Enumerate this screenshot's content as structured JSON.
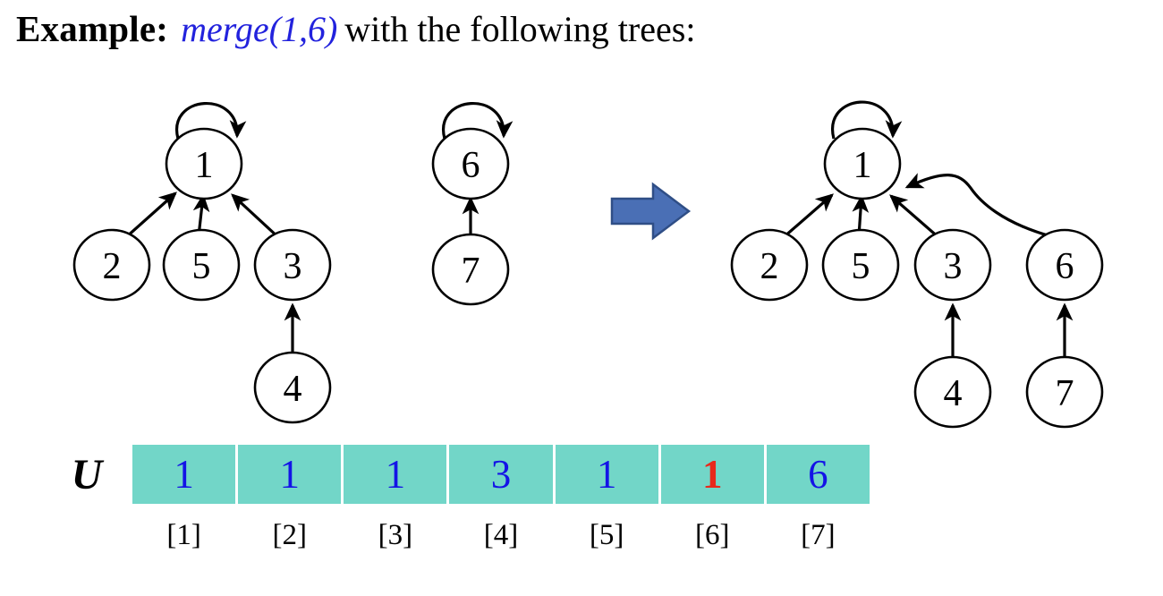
{
  "title": {
    "lead": "Example:",
    "operation": "merge(1,6)",
    "tail": "with the following trees:"
  },
  "colors": {
    "operation_blue": "#2222dd",
    "cell_fill_teal": "#72d6c8",
    "cell_value_blue": "#1414e6",
    "cell_value_highlight_red": "#e8291c",
    "block_arrow_blue": "#4a6fb5",
    "node_stroke": "#000000",
    "background": "#ffffff"
  },
  "left_forest": {
    "caption": "before-merge-forest",
    "trees": [
      {
        "root": "1",
        "root_self_loop": true,
        "nodes": [
          "1",
          "2",
          "5",
          "3",
          "4"
        ],
        "edges": [
          {
            "from": "2",
            "to": "1"
          },
          {
            "from": "5",
            "to": "1"
          },
          {
            "from": "3",
            "to": "1"
          },
          {
            "from": "4",
            "to": "3"
          }
        ]
      },
      {
        "root": "6",
        "root_self_loop": true,
        "nodes": [
          "6",
          "7"
        ],
        "edges": [
          {
            "from": "7",
            "to": "6"
          }
        ]
      }
    ]
  },
  "transition": {
    "icon": "block-right-arrow"
  },
  "right_forest": {
    "caption": "after-merge-tree",
    "trees": [
      {
        "root": "1",
        "root_self_loop": true,
        "nodes": [
          "1",
          "2",
          "5",
          "3",
          "6",
          "4",
          "7"
        ],
        "edges": [
          {
            "from": "2",
            "to": "1"
          },
          {
            "from": "5",
            "to": "1"
          },
          {
            "from": "3",
            "to": "1"
          },
          {
            "from": "6",
            "to": "1"
          },
          {
            "from": "4",
            "to": "3"
          },
          {
            "from": "7",
            "to": "6"
          }
        ]
      }
    ]
  },
  "array": {
    "name": "U",
    "values": [
      "1",
      "1",
      "1",
      "3",
      "1",
      "1",
      "6"
    ],
    "highlight_index": 5,
    "indices": [
      "[1]",
      "[2]",
      "[3]",
      "[4]",
      "[5]",
      "[6]",
      "[7]"
    ]
  },
  "node_glyphs": {
    "l1": "1",
    "l2": "2",
    "l5": "5",
    "l3": "3",
    "l4": "4",
    "m6": "6",
    "m7": "7",
    "r1": "1",
    "r2": "2",
    "r5": "5",
    "r3": "3",
    "r6": "6",
    "r4": "4",
    "r7": "7"
  }
}
